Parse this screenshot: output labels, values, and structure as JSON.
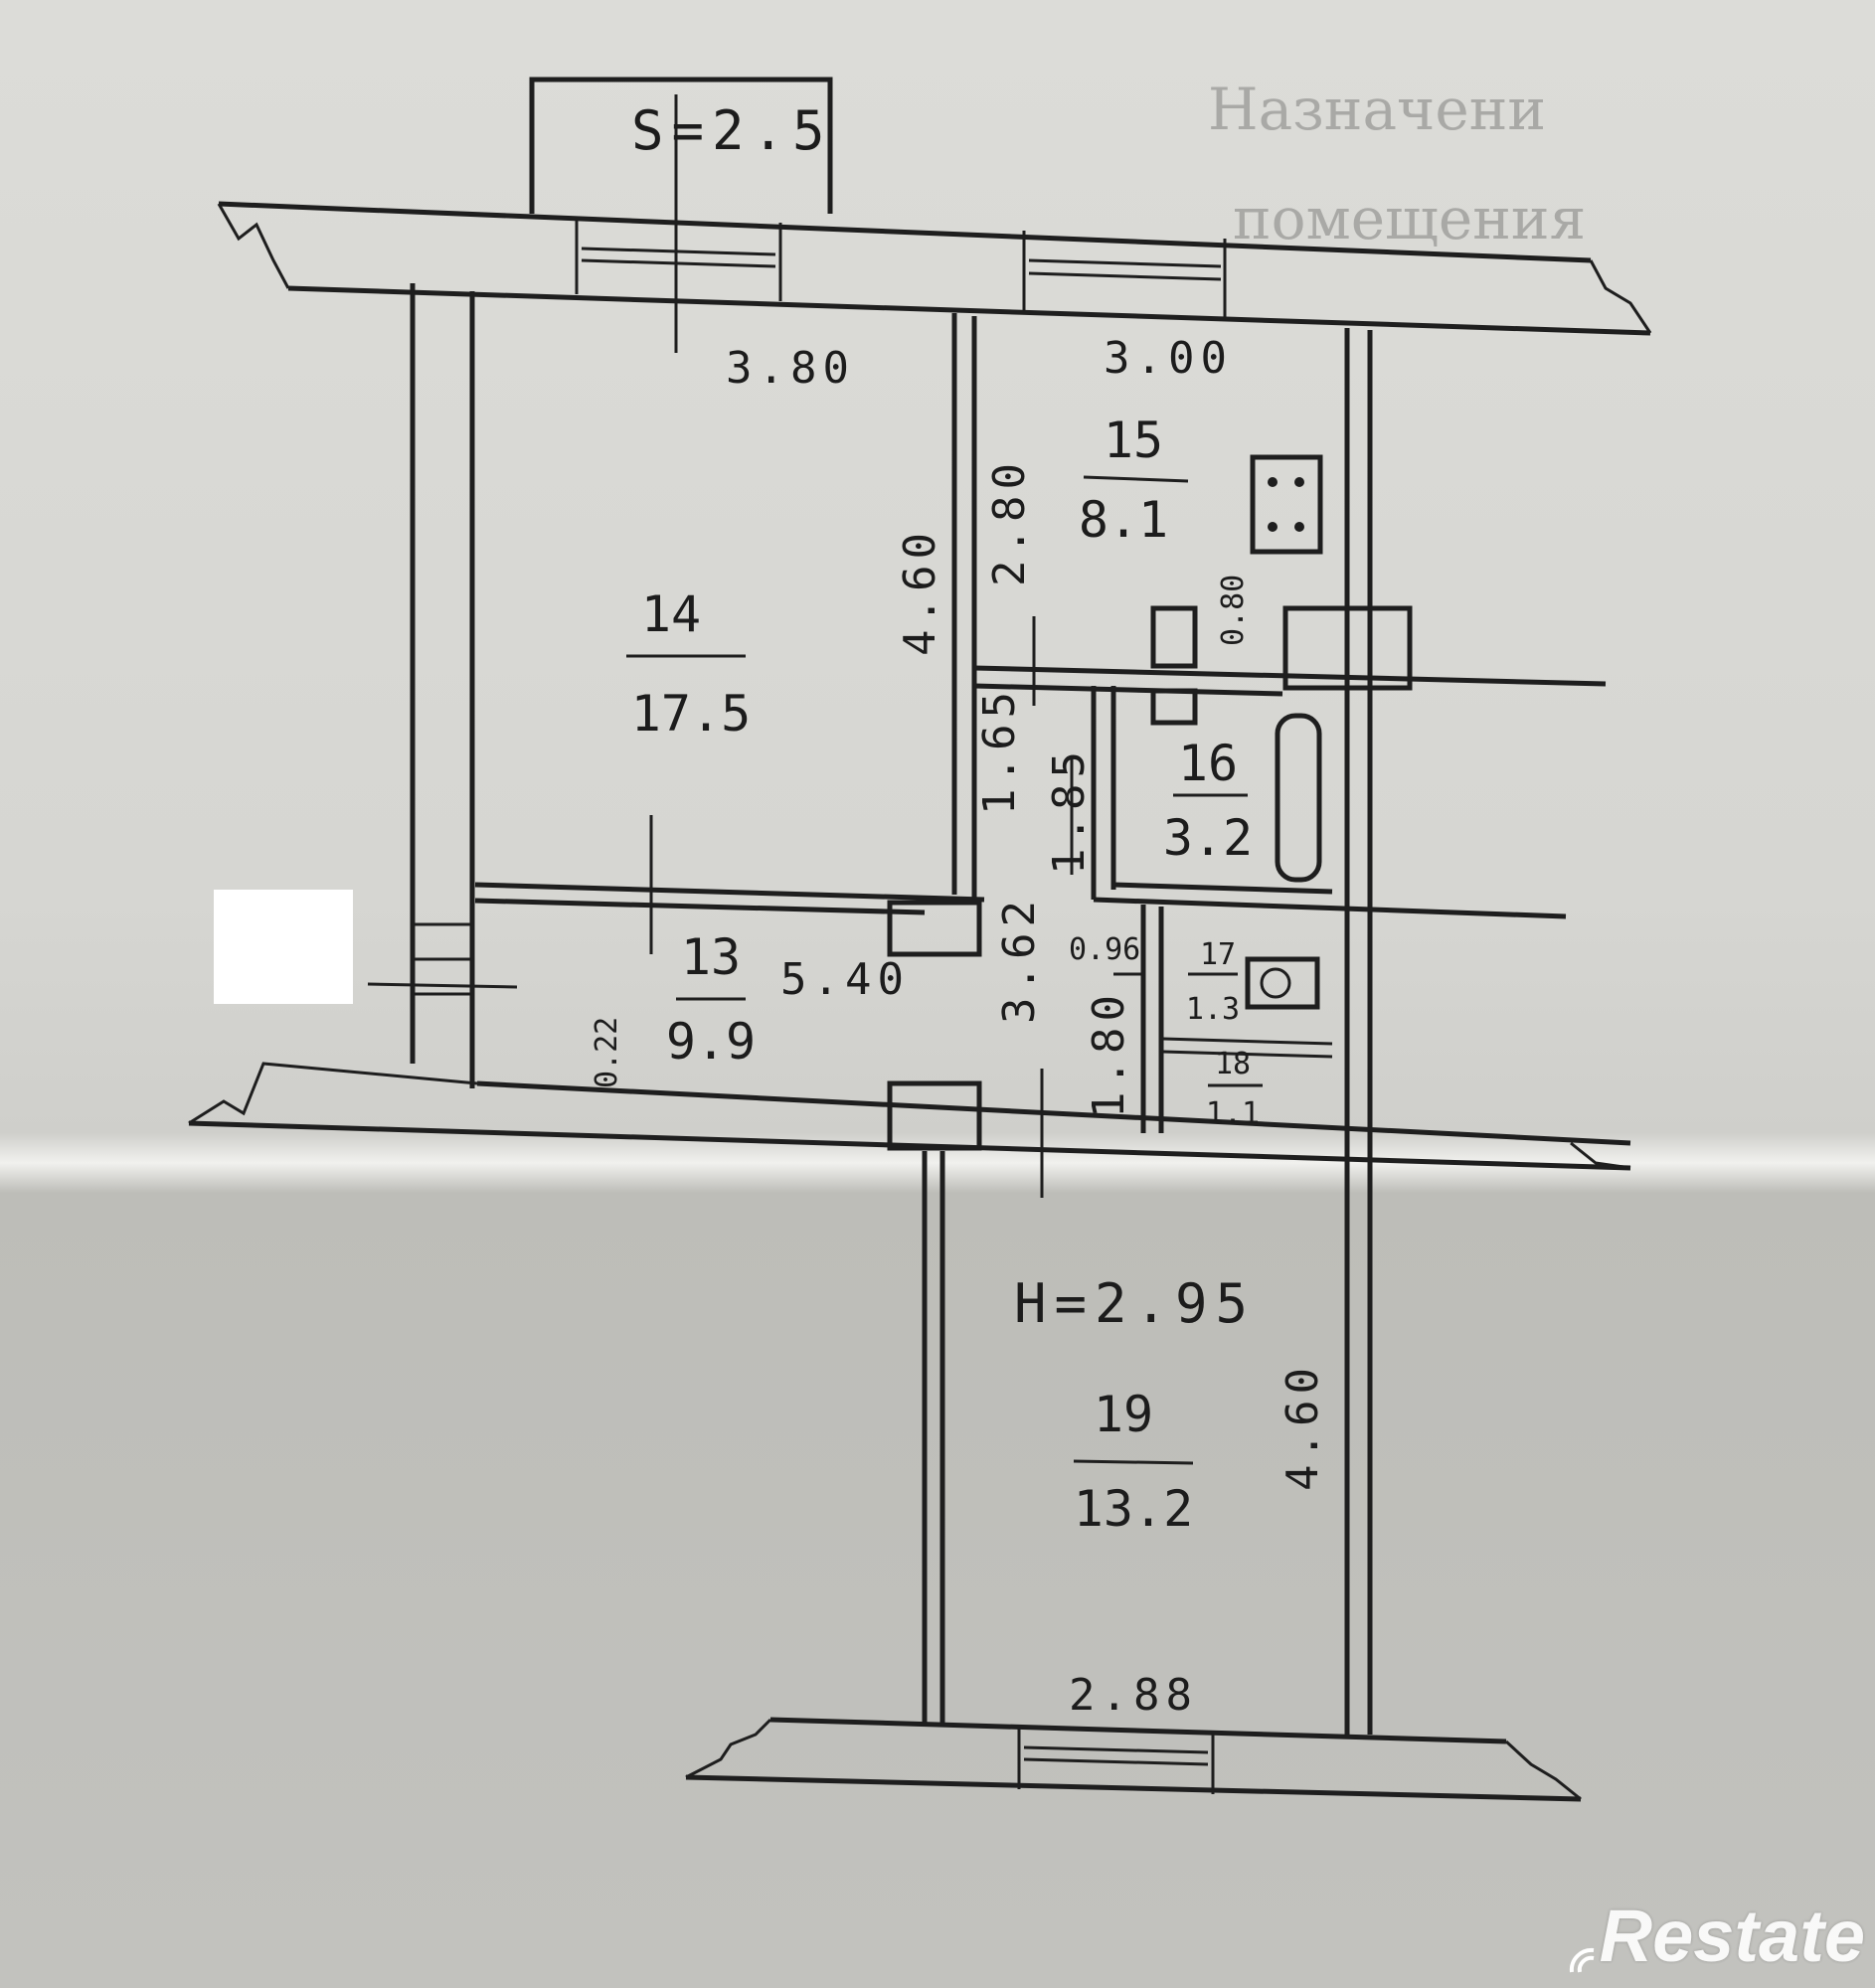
{
  "background_header": {
    "line1": "Назначени",
    "line2": "помещения"
  },
  "balcony": {
    "label": "S=2.5"
  },
  "height": {
    "label": "H=2.95"
  },
  "rooms": [
    {
      "number": "14",
      "area": "17.5"
    },
    {
      "number": "15",
      "area": "8.1"
    },
    {
      "number": "13",
      "area": "9.9"
    },
    {
      "number": "16",
      "area": "3.2"
    },
    {
      "number": "17",
      "area": "1.3"
    },
    {
      "number": "18",
      "area": "1.1"
    },
    {
      "number": "19",
      "area": "13.2"
    }
  ],
  "dimensions": {
    "d1": "3.80",
    "d2": "3.00",
    "d3": "4.60",
    "d4": "2.80",
    "d5": "0.80",
    "d6": "1.65",
    "d7": "1.85",
    "d8": "3.62",
    "d9": "0.96",
    "d10": "5.40",
    "d11": "1.80",
    "d12": "0.22",
    "d13": "4.60",
    "d14": "2.88"
  },
  "watermark": {
    "text": "Restate",
    "icon": "restate-logo-icon"
  }
}
